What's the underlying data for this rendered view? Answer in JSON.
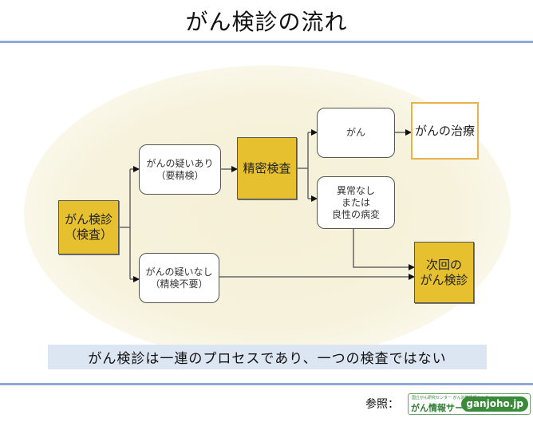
{
  "title": "がん検診の流れ",
  "nodes": {
    "screening": {
      "line1": "がん検診",
      "line2": "（検査）"
    },
    "suspected": {
      "line1": "がんの疑いあり",
      "line2": "（要精検）"
    },
    "not_suspected": {
      "line1": "がんの疑いなし",
      "line2": "（精検不要）"
    },
    "detailed_exam": {
      "label": "精密検査"
    },
    "cancer": {
      "label": "がん"
    },
    "no_abnormality": {
      "line1": "異常なし",
      "line2": "または",
      "line3": "良性の病変"
    },
    "treatment": {
      "label": "がんの治療"
    },
    "next_screening": {
      "line1": "次回の",
      "line2": "がん検診"
    }
  },
  "caption": "がん検診は一連のプロセスであり、一つの検査ではない",
  "reference": {
    "label": "参照：",
    "logo_small_text": "国立がん研究センター がん対策情報センター",
    "logo_main_text": "がん情報サービス",
    "logo_domain": "ganjoho.jp"
  },
  "colors": {
    "gold_box": "#e6c02e",
    "outline_box": "#e9b24a",
    "rule": "#8ea9d6",
    "caption_bg": "#dce6f2",
    "logo_green": "#3a8a3a"
  }
}
